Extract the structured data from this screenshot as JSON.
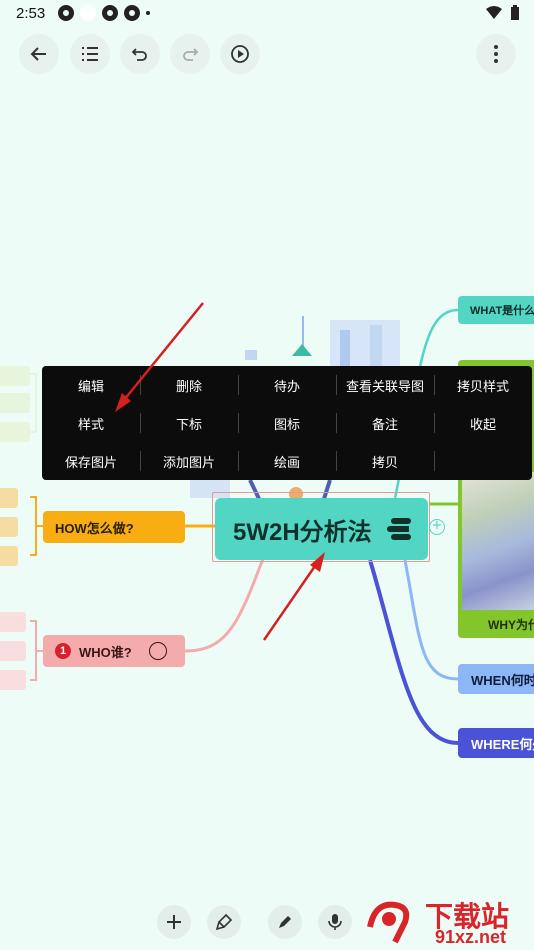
{
  "status_bar": {
    "time": "2:53"
  },
  "mindmap": {
    "center": "5W2H分析法",
    "how": "HOW怎么做?",
    "who": "WHO谁?",
    "who_badge": "1",
    "what": "WHAT是什么",
    "why": "WHY为什么",
    "when": "WHEN何时",
    "where": "WHERE何处"
  },
  "context_menu": {
    "row1": [
      "编辑",
      "删除",
      "待办",
      "查看关联导图",
      "拷贝样式"
    ],
    "row2": [
      "样式",
      "下标",
      "图标",
      "备注",
      "收起"
    ],
    "row3": [
      "保存图片",
      "添加图片",
      "绘画",
      "拷贝"
    ]
  },
  "watermark": {
    "line1": "下载站",
    "line2": "91xz.net"
  },
  "colors": {
    "background": "#eefcf8",
    "teal": "#52d5c2",
    "orange": "#f8ad12",
    "pink": "#f4abab",
    "green": "#82c62c",
    "light_blue": "#8db6f7",
    "indigo": "#4a52d8",
    "arrow_red": "#d61f1f"
  }
}
